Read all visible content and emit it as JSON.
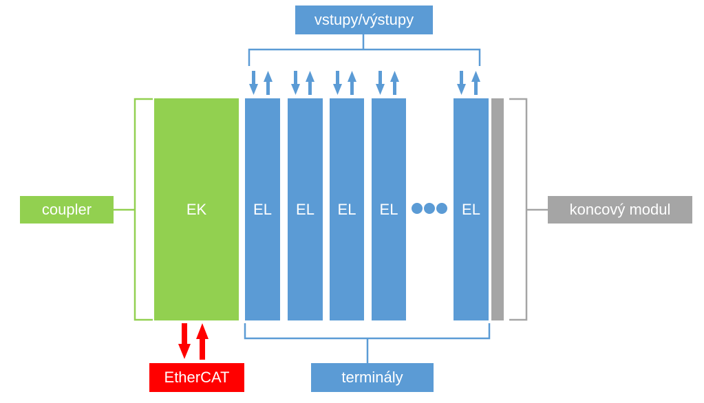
{
  "colors": {
    "blue": "#5b9bd5",
    "green": "#92d050",
    "gray": "#a5a5a5",
    "red": "#ff0000",
    "white": "#ffffff"
  },
  "labels": {
    "io": "vstupy/výstupy",
    "coupler": "coupler",
    "end_module": "koncový modul",
    "ethercat": "EtherCAT",
    "terminals": "terminály"
  },
  "coupler_block": {
    "text": "EK"
  },
  "terminals": [
    {
      "text": "EL"
    },
    {
      "text": "EL"
    },
    {
      "text": "EL"
    },
    {
      "text": "EL"
    },
    {
      "text": "EL"
    }
  ],
  "ellipsis_icon": "ellipsis-dots",
  "arrow_icons": [
    "up-down-arrows"
  ]
}
